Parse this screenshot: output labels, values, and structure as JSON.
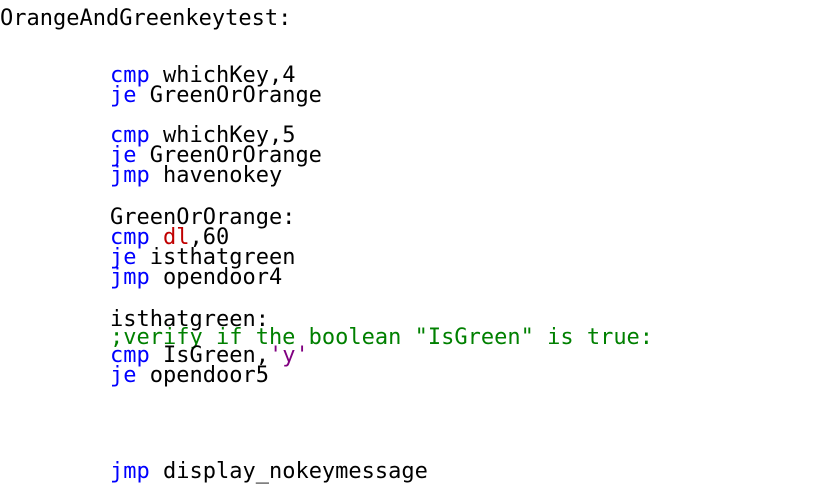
{
  "code": {
    "label_main": "OrangeAndGreenkeytest:",
    "line1": {
      "kw": "cmp",
      "rest": " whichKey,4"
    },
    "line2": {
      "kw": "je",
      "rest": " GreenOrOrange"
    },
    "line3": {
      "kw": "cmp",
      "rest": " whichKey,5"
    },
    "line4": {
      "kw": "je",
      "rest": " GreenOrOrange"
    },
    "line5": {
      "kw": "jmp",
      "rest": " havenokey"
    },
    "label_green_or_orange": "GreenOrOrange:",
    "line6": {
      "kw": "cmp",
      "sp": " ",
      "reg": "dl",
      "rest": ",60"
    },
    "line7": {
      "kw": "je",
      "rest": " isthatgreen"
    },
    "line8": {
      "kw": "jmp",
      "rest": " opendoor4"
    },
    "label_isthatgreen": "isthatgreen:",
    "comment": ";verify if the boolean \"IsGreen\" is true:",
    "line9": {
      "kw": "cmp",
      "rest": " IsGreen,",
      "str": "'y'"
    },
    "line10": {
      "kw": "je",
      "rest": " opendoor5"
    },
    "line11": {
      "kw": "jmp",
      "rest": " display_nokeymessage"
    }
  },
  "colors": {
    "keyword": "#0000ff",
    "register": "#c00000",
    "comment": "#008000",
    "string": "#800080",
    "text": "#000000"
  }
}
